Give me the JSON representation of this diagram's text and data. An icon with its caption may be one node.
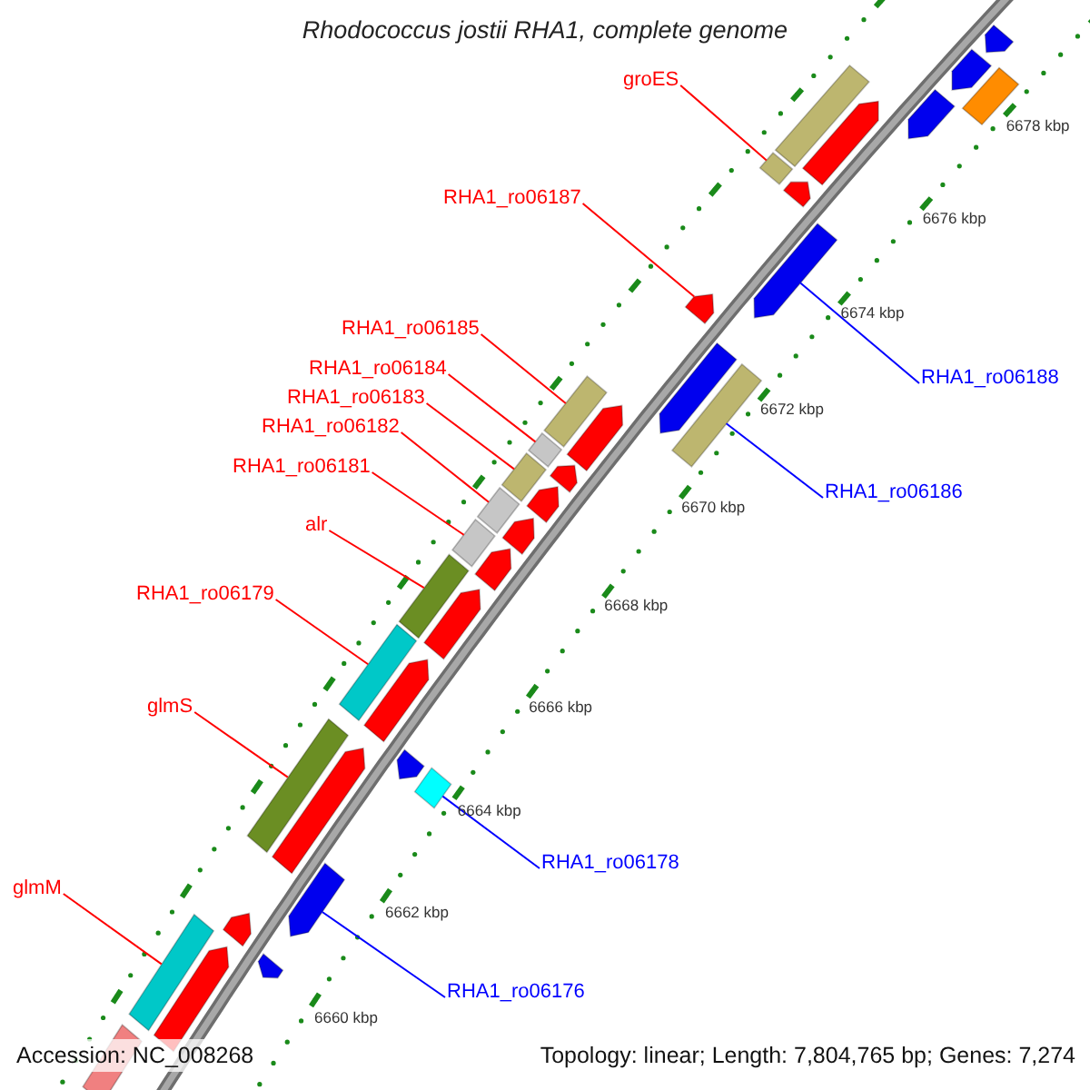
{
  "diagram": {
    "title": "Rhodococcus jostii RHA1, complete genome",
    "nodes": [
      {
        "text": [
          "groES"
        ]
      },
      {
        "text": [
          "RHA1_ro06187"
        ]
      },
      {
        "text": [
          "RHA1_ro06185"
        ]
      },
      {
        "text": [
          "RHA1_ro06184"
        ]
      },
      {
        "text": [
          "RHA1_ro06188"
        ]
      },
      {
        "text": [
          "RHA1_ro06183"
        ]
      },
      {
        "text": [
          "RHA1_ro06182"
        ]
      },
      {
        "text": [
          "RHA1_ro06181"
        ]
      },
      {
        "text": [
          "RHA1_ro06186"
        ]
      },
      {
        "text": [
          "alr"
        ]
      },
      {
        "text": [
          "RHA1_ro06179"
        ]
      },
      {
        "text": [
          "glmS"
        ]
      },
      {
        "text": [
          "RHA1_ro06178"
        ]
      },
      {
        "text": [
          "glmM"
        ]
      },
      {
        "text": [
          "RHA1_ro06176"
        ]
      },
      {
        "text": [],
        "shape": "bar"
      },
      {
        "text": [],
        "shape": "arrow"
      },
      {
        "text": [],
        "shape": "arrow"
      },
      {
        "text": [],
        "shape": "arrow"
      },
      {
        "text": [],
        "shape": "bar"
      },
      {
        "text": [],
        "shape": "arrow"
      },
      {
        "text": [],
        "shape": "bar"
      },
      {
        "text": [],
        "shape": "arrow"
      },
      {
        "text": [],
        "shape": "arrow"
      },
      {
        "text": [],
        "shape": "arrow"
      },
      {
        "text": [],
        "shape": "arrow"
      },
      {
        "text": [],
        "shape": "bar"
      },
      {
        "text": [],
        "shape": "bar"
      },
      {
        "text": [],
        "shape": "arrow"
      },
      {
        "text": [],
        "shape": "bar"
      },
      {
        "text": [],
        "shape": "arrow"
      },
      {
        "text": [],
        "shape": "bar"
      },
      {
        "text": [],
        "shape": "arrow"
      },
      {
        "text": [],
        "shape": "bar"
      },
      {
        "text": [],
        "shape": "arrow"
      },
      {
        "text": [],
        "shape": "bar"
      },
      {
        "text": [],
        "shape": "arrow"
      },
      {
        "text": [],
        "shape": "bar"
      },
      {
        "text": [],
        "shape": "arrow"
      },
      {
        "text": [],
        "shape": "bar"
      },
      {
        "text": [],
        "shape": "arrow"
      },
      {
        "text": [],
        "shape": "bar"
      },
      {
        "text": [],
        "shape": "arrow"
      },
      {
        "text": [],
        "shape": "bar"
      },
      {
        "text": [],
        "shape": "arrow"
      },
      {
        "text": [],
        "shape": "arrow"
      },
      {
        "text": [],
        "shape": "arrow"
      },
      {
        "text": [],
        "shape": "arrow"
      },
      {
        "text": [],
        "shape": "bar"
      },
      {
        "text": [],
        "shape": "arrow"
      },
      {
        "text": [],
        "shape": "bar"
      }
    ],
    "edges": [
      {
        "from": 0,
        "to": 21,
        "arrow": "none"
      },
      {
        "from": 1,
        "to": 24,
        "arrow": "none"
      },
      {
        "from": 2,
        "to": 27,
        "arrow": "none"
      },
      {
        "from": 3,
        "to": 29,
        "arrow": "none"
      },
      {
        "from": 4,
        "to": 23,
        "arrow": "none",
        "color": "#0000ff"
      },
      {
        "from": 5,
        "to": 31,
        "arrow": "none"
      },
      {
        "from": 6,
        "to": 33,
        "arrow": "none"
      },
      {
        "from": 7,
        "to": 35,
        "arrow": "none"
      },
      {
        "from": 8,
        "to": 26,
        "arrow": "none",
        "color": "#0000ff"
      },
      {
        "from": 9,
        "to": 37,
        "arrow": "none"
      },
      {
        "from": 10,
        "to": 39,
        "arrow": "none"
      },
      {
        "from": 11,
        "to": 43,
        "arrow": "none"
      },
      {
        "from": 12,
        "to": 41,
        "arrow": "none",
        "color": "#0000ff"
      },
      {
        "from": 13,
        "to": 48,
        "arrow": "none"
      },
      {
        "from": 14,
        "to": 45,
        "arrow": "none",
        "color": "#0000ff"
      }
    ],
    "labels": [
      "6678 kbp",
      "6676 kbp",
      "6674 kbp",
      "6672 kbp",
      "6670 kbp",
      "6668 kbp",
      "6666 kbp",
      "6664 kbp",
      "6662 kbp",
      "6660 kbp",
      "Accession: NC_008268",
      "Topology: linear; Length: 7,804,765 bp; Genes: 7,274"
    ]
  }
}
